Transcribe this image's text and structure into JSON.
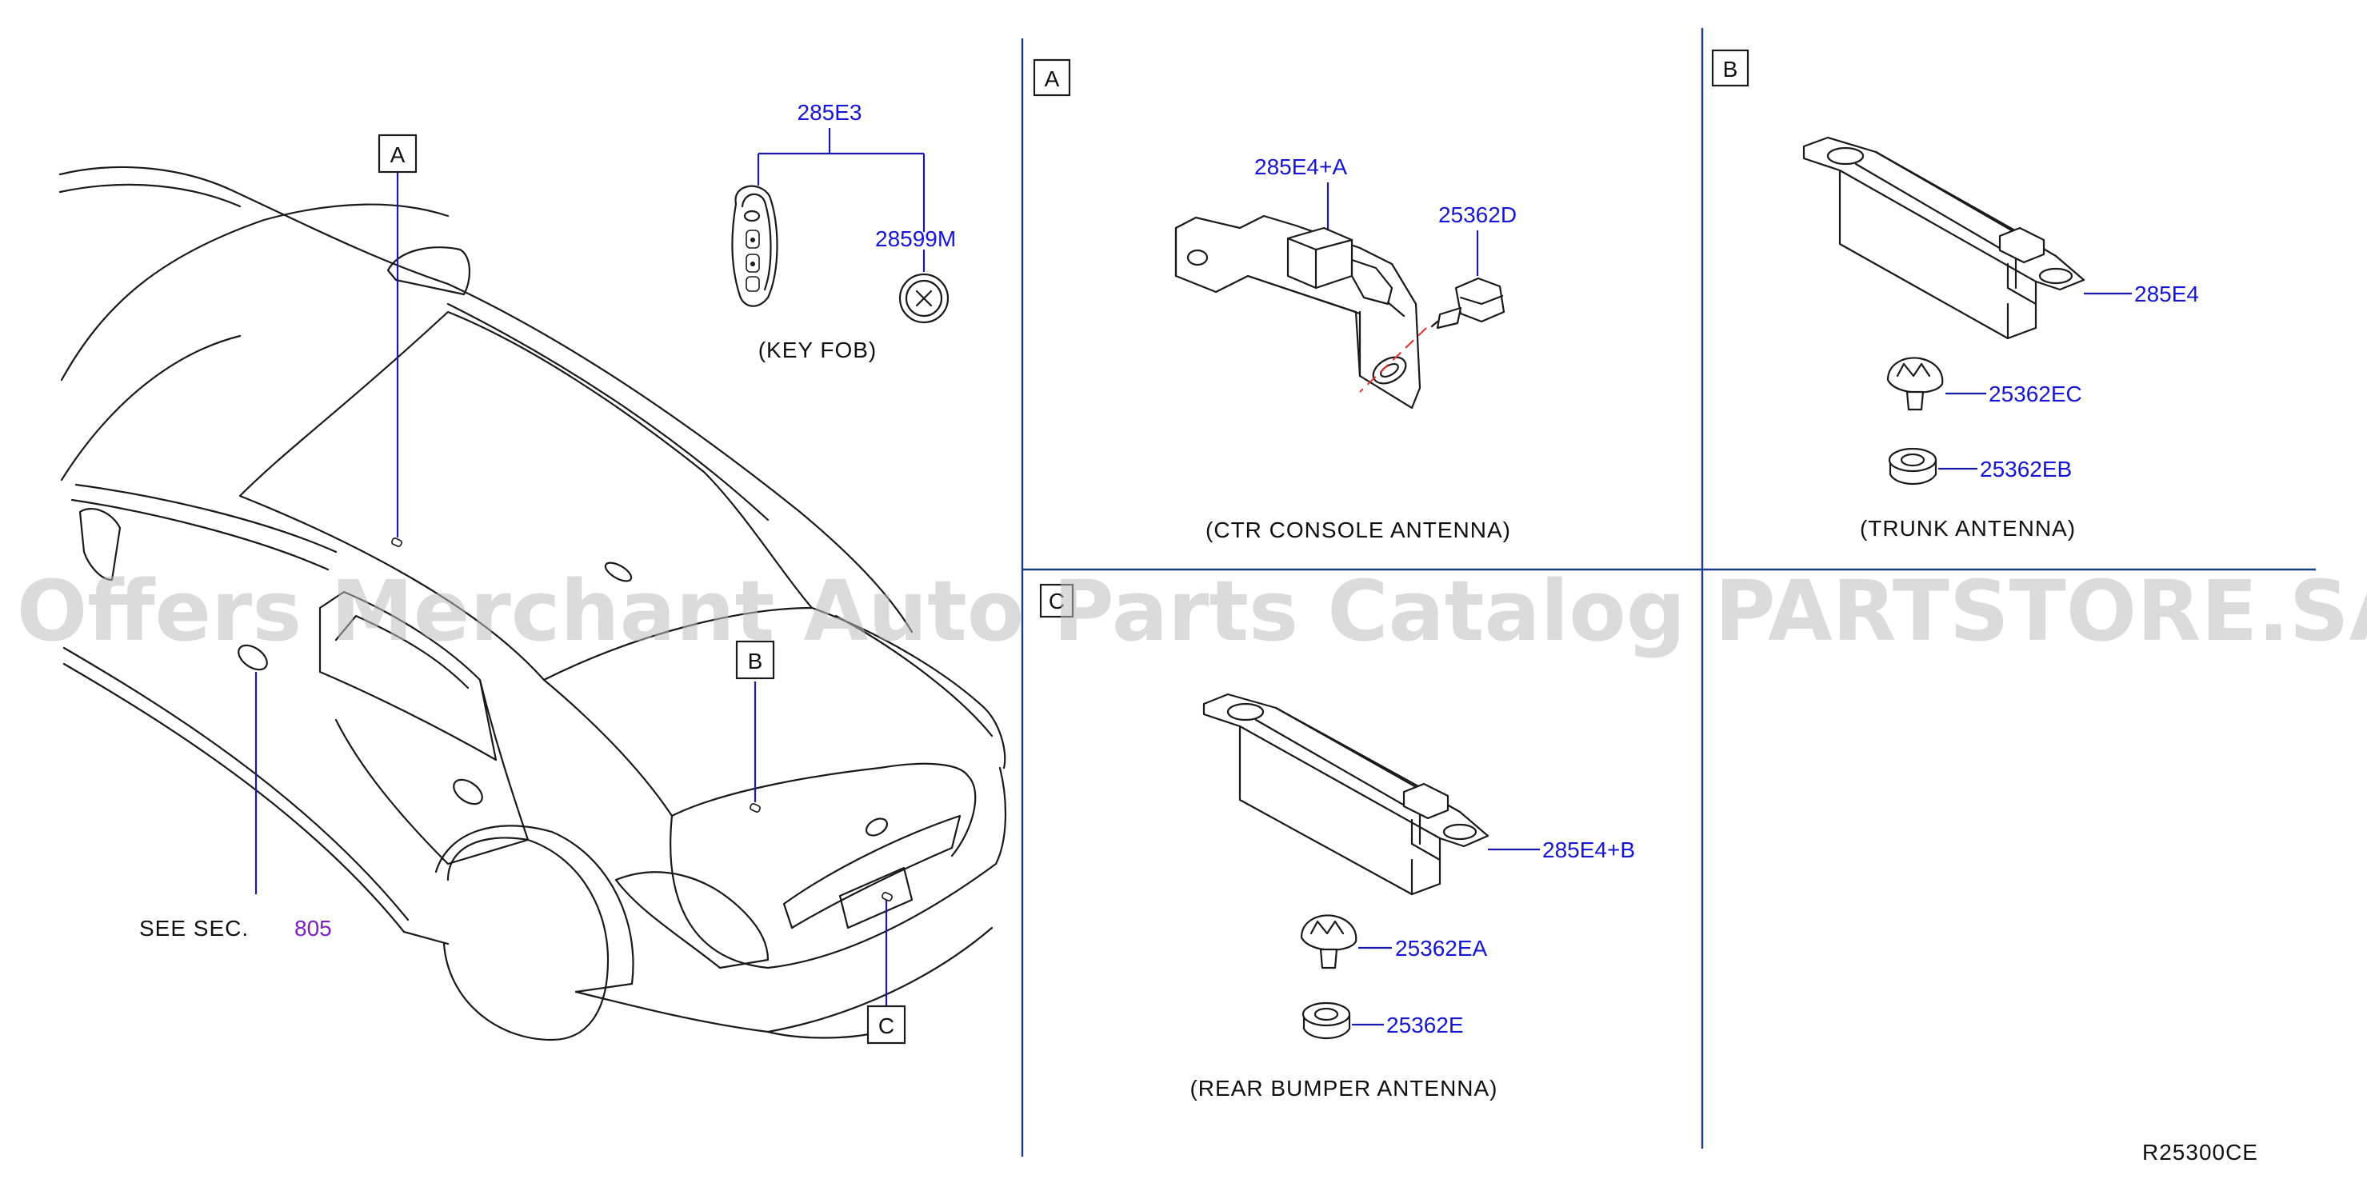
{
  "callouts": {
    "box_a_car": "A",
    "box_b_car": "B",
    "box_c_car": "C",
    "box_a_panel": "A",
    "box_b_panel": "B",
    "box_c_panel": "C"
  },
  "parts": {
    "p285E3": "285E3",
    "p28599M": "28599M",
    "p285E4A": "285E4+A",
    "p25362D": "25362D",
    "p285E4": "285E4",
    "p25362EC": "25362EC",
    "p25362EB": "25362EB",
    "p285E4B": "285E4+B",
    "p25362EA": "25362EA",
    "p25362E": "25362E"
  },
  "captions": {
    "key_fob": "(KEY   FOB)",
    "ctr_console": "(CTR   CONSOLE   ANTENNA)",
    "trunk": "(TRUNK   ANTENNA)",
    "rear_bumper": "(REAR   BUMPER   ANTENNA)"
  },
  "see_sec": {
    "label": "SEE   SEC.",
    "number": "805"
  },
  "diagram_code": "R25300CE",
  "watermark": "Offers Merchant Auto Parts Catalog PARTSTORE.SA",
  "colors": {
    "part_number": "#1515d6",
    "section_ref": "#7a1fc2",
    "divider": "#1e3a8a",
    "centerline": "#e0302a",
    "watermark": "#bdbdbd"
  }
}
